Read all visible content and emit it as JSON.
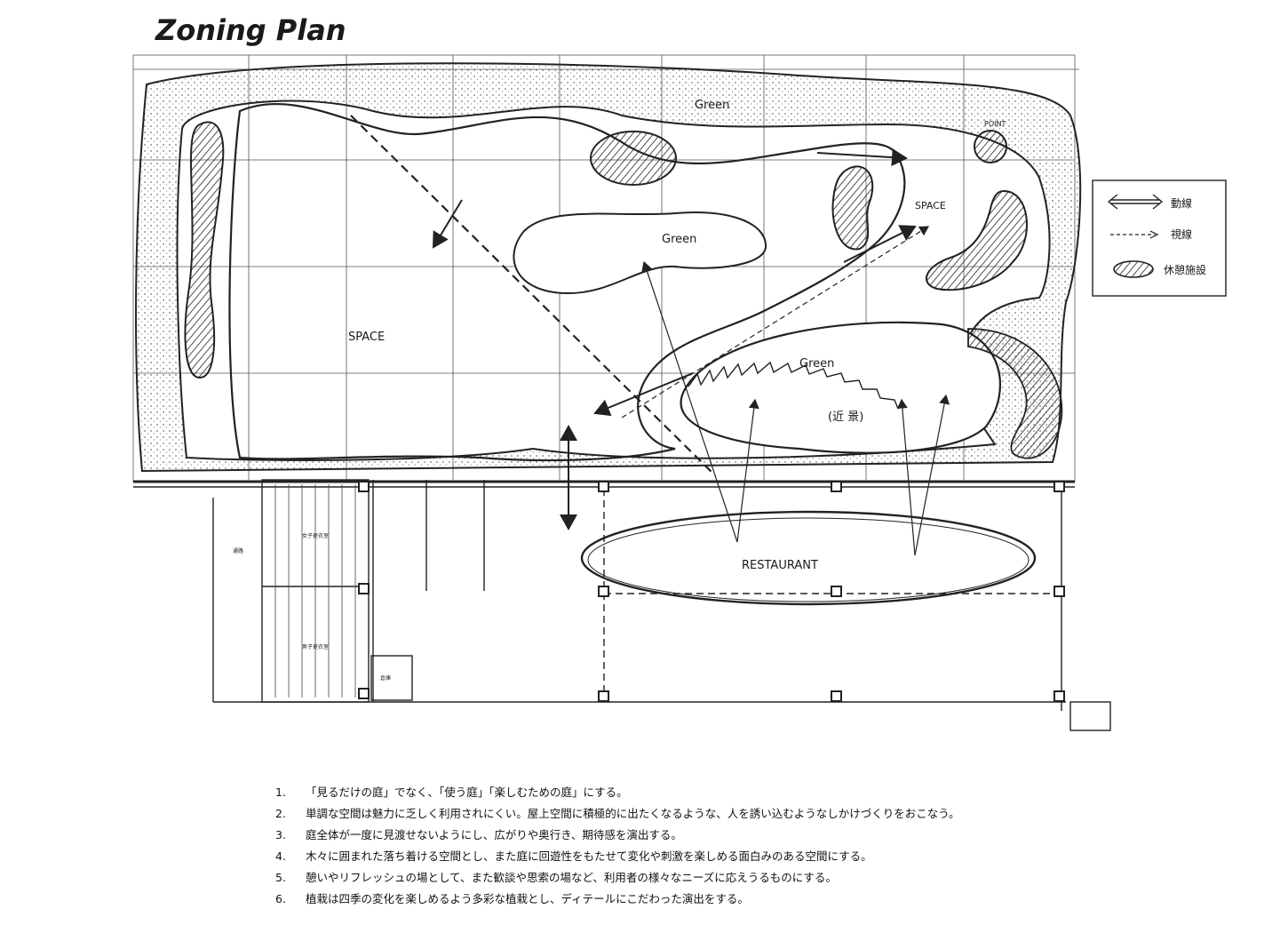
{
  "title": "Zoning Plan",
  "legend": {
    "flow_line": "動線",
    "sight_line": "視線",
    "rest_facility": "休憩施設"
  },
  "labels": {
    "space_main": "SPACE",
    "space_right": "SPACE",
    "green_top": "Green",
    "green_center": "Green",
    "green_lower": "Green",
    "near_view": "(近 景)",
    "restaurant": "RESTAURANT",
    "point": "POINT",
    "room_1": "女子更衣室",
    "room_2": "男子更衣室",
    "room_3": "倉庫",
    "room_4": "通路"
  },
  "notes": [
    {
      "num": "1.",
      "text": "「見るだけの庭」でなく、「使う庭」「楽しむための庭」にする。"
    },
    {
      "num": "2.",
      "text": "単調な空間は魅力に乏しく利用されにくい。屋上空間に積極的に出たくなるような、人を誘い込むようなしかけづくりをおこなう。"
    },
    {
      "num": "3.",
      "text": "庭全体が一度に見渡せないようにし、広がりや奥行き、期待感を演出する。"
    },
    {
      "num": "4.",
      "text": "木々に囲まれた落ち着ける空間とし、また庭に回遊性をもたせて変化や刺激を楽しめる面白みのある空間にする。"
    },
    {
      "num": "5.",
      "text": "憩いやリフレッシュの場として、また歓談や思索の場など、利用者の様々なニーズに応えうるものにする。"
    },
    {
      "num": "6.",
      "text": "植栽は四季の変化を楽しめるよう多彩な植栽とし、ディテールにこだわった演出をする。"
    }
  ]
}
